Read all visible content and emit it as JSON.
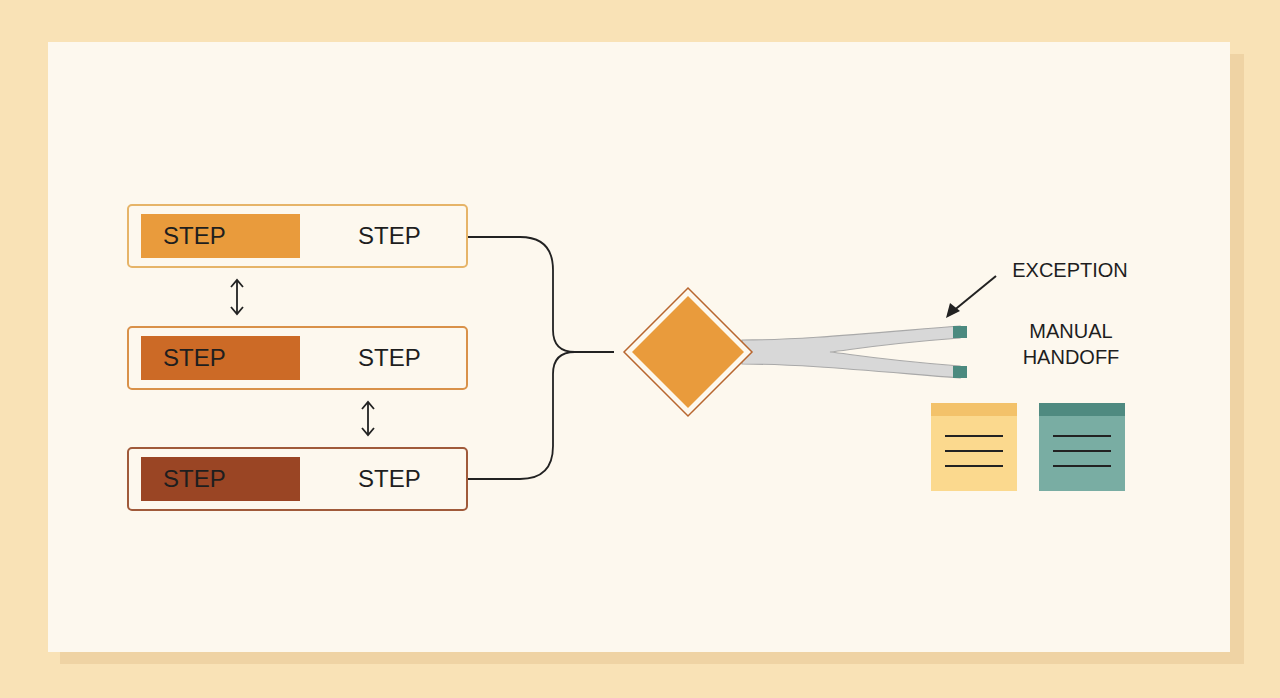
{
  "diagram": {
    "nodes": [
      {
        "text": [
          "STEP"
        ]
      },
      {
        "text": [
          "STEP"
        ],
        "in": 0
      },
      {
        "text": [
          "STEP"
        ]
      },
      {
        "text": [
          "STEP"
        ],
        "in": 2
      },
      {
        "text": [
          "STEP"
        ]
      },
      {
        "text": [
          "STEP"
        ],
        "in": 4
      }
    ],
    "edges": [
      {
        "from": 0,
        "to": 2,
        "arrow": "both"
      },
      {
        "from": 2,
        "to": 4,
        "arrow": "both"
      }
    ],
    "labels": [
      "EXCEPTION",
      "MANUAL HANDOFF"
    ]
  }
}
